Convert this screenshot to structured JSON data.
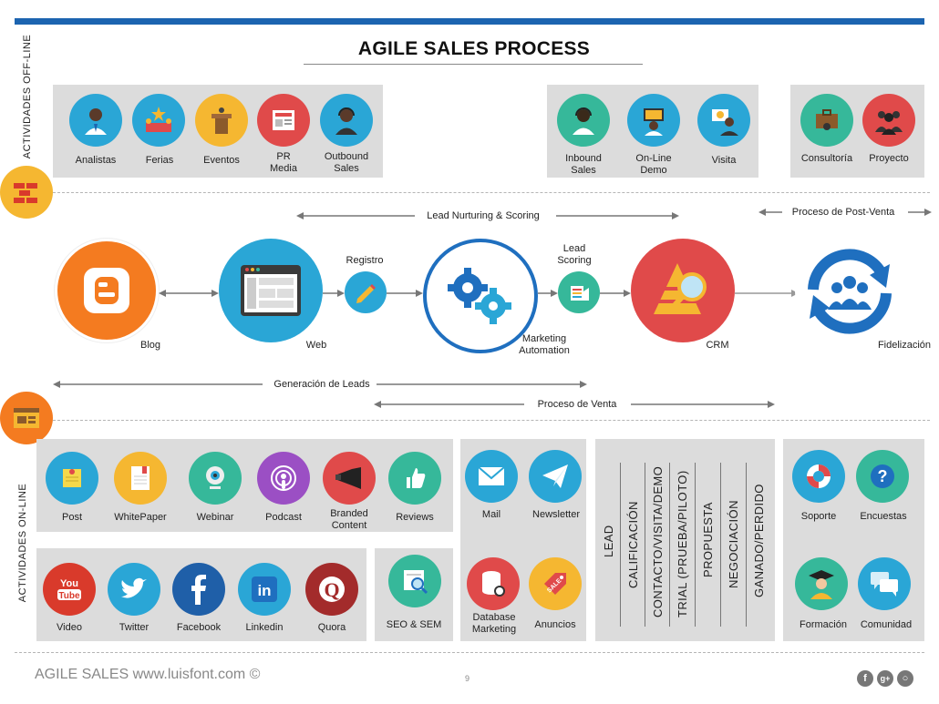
{
  "title": "AGILE SALES PROCESS",
  "side_labels": {
    "offline": "ACTIVIDADES OFF-LINE",
    "online": "ACTIVIDADES ON-LINE"
  },
  "offline": {
    "group1": [
      {
        "label": "Analistas",
        "color": "#2aa6d6"
      },
      {
        "label": "Ferias",
        "color": "#2aa6d6"
      },
      {
        "label": "Eventos",
        "color": "#f5b731"
      },
      {
        "label": "PR\nMedia",
        "color": "#e04a4a"
      },
      {
        "label": "Outbound\nSales",
        "color": "#2aa6d6"
      }
    ],
    "group2": [
      {
        "label": "Inbound\nSales",
        "color": "#36b89a"
      },
      {
        "label": "On-Line\nDemo",
        "color": "#2aa6d6"
      },
      {
        "label": "Visita",
        "color": "#2aa6d6"
      }
    ],
    "group3": [
      {
        "label": "Consultoría",
        "color": "#36b89a"
      },
      {
        "label": "Proyecto",
        "color": "#e04a4a"
      }
    ]
  },
  "flow": {
    "lead_nurturing": "Lead Nurturing & Scoring",
    "post_venta": "Proceso de Post-Venta",
    "registro": "Registro",
    "lead_scoring": "Lead\nScoring",
    "nodes": {
      "blog": "Blog",
      "web": "Web",
      "marketing": "Marketing\nAutomation",
      "crm": "CRM",
      "fidelizacion": "Fidelización"
    },
    "generacion": "Generación de Leads",
    "venta": "Proceso de Venta"
  },
  "online": {
    "row1": [
      {
        "label": "Post",
        "color": "#2aa6d6"
      },
      {
        "label": "WhitePaper",
        "color": "#f5b731"
      },
      {
        "label": "Webinar",
        "color": "#36b89a"
      },
      {
        "label": "Podcast",
        "color": "#9b4fc4"
      },
      {
        "label": "Branded\nContent",
        "color": "#e04a4a"
      },
      {
        "label": "Reviews",
        "color": "#36b89a"
      }
    ],
    "row2": [
      {
        "label": "Video",
        "color": "#d93a2b"
      },
      {
        "label": "Twitter",
        "color": "#2aa6d6"
      },
      {
        "label": "Facebook",
        "color": "#1f5fa8"
      },
      {
        "label": "Linkedin",
        "color": "#2aa6d6"
      },
      {
        "label": "Quora",
        "color": "#a32b2b"
      }
    ],
    "seo": {
      "label": "SEO & SEM",
      "color": "#36b89a"
    },
    "mail_group": [
      {
        "label": "Mail",
        "color": "#2aa6d6"
      },
      {
        "label": "Newsletter",
        "color": "#2aa6d6"
      },
      {
        "label": "Database\nMarketing",
        "color": "#e04a4a"
      },
      {
        "label": "Anuncios",
        "color": "#f5b731"
      }
    ],
    "stages": [
      "LEAD",
      "CALIFICACIÓN",
      "CONTACTO/VISITA/DEMO",
      "TRIAL (PRUEBA/PILOTO)",
      "PROPUESTA",
      "NEGOCIACIÓN",
      "GANADO/PERDIDO"
    ],
    "support": [
      {
        "label": "Soporte",
        "color": "#2aa6d6"
      },
      {
        "label": "Encuestas",
        "color": "#36b89a"
      },
      {
        "label": "Formación",
        "color": "#36b89a"
      },
      {
        "label": "Comunidad",
        "color": "#2aa6d6"
      }
    ]
  },
  "footer": {
    "brand": "AGILE SALES www.luisfont.com ©",
    "page": "9"
  },
  "colors": {
    "accent": "#1c64b0",
    "orange": "#f5b731",
    "red": "#e04a4a",
    "blue": "#2aa6d6",
    "teal": "#36b89a"
  }
}
